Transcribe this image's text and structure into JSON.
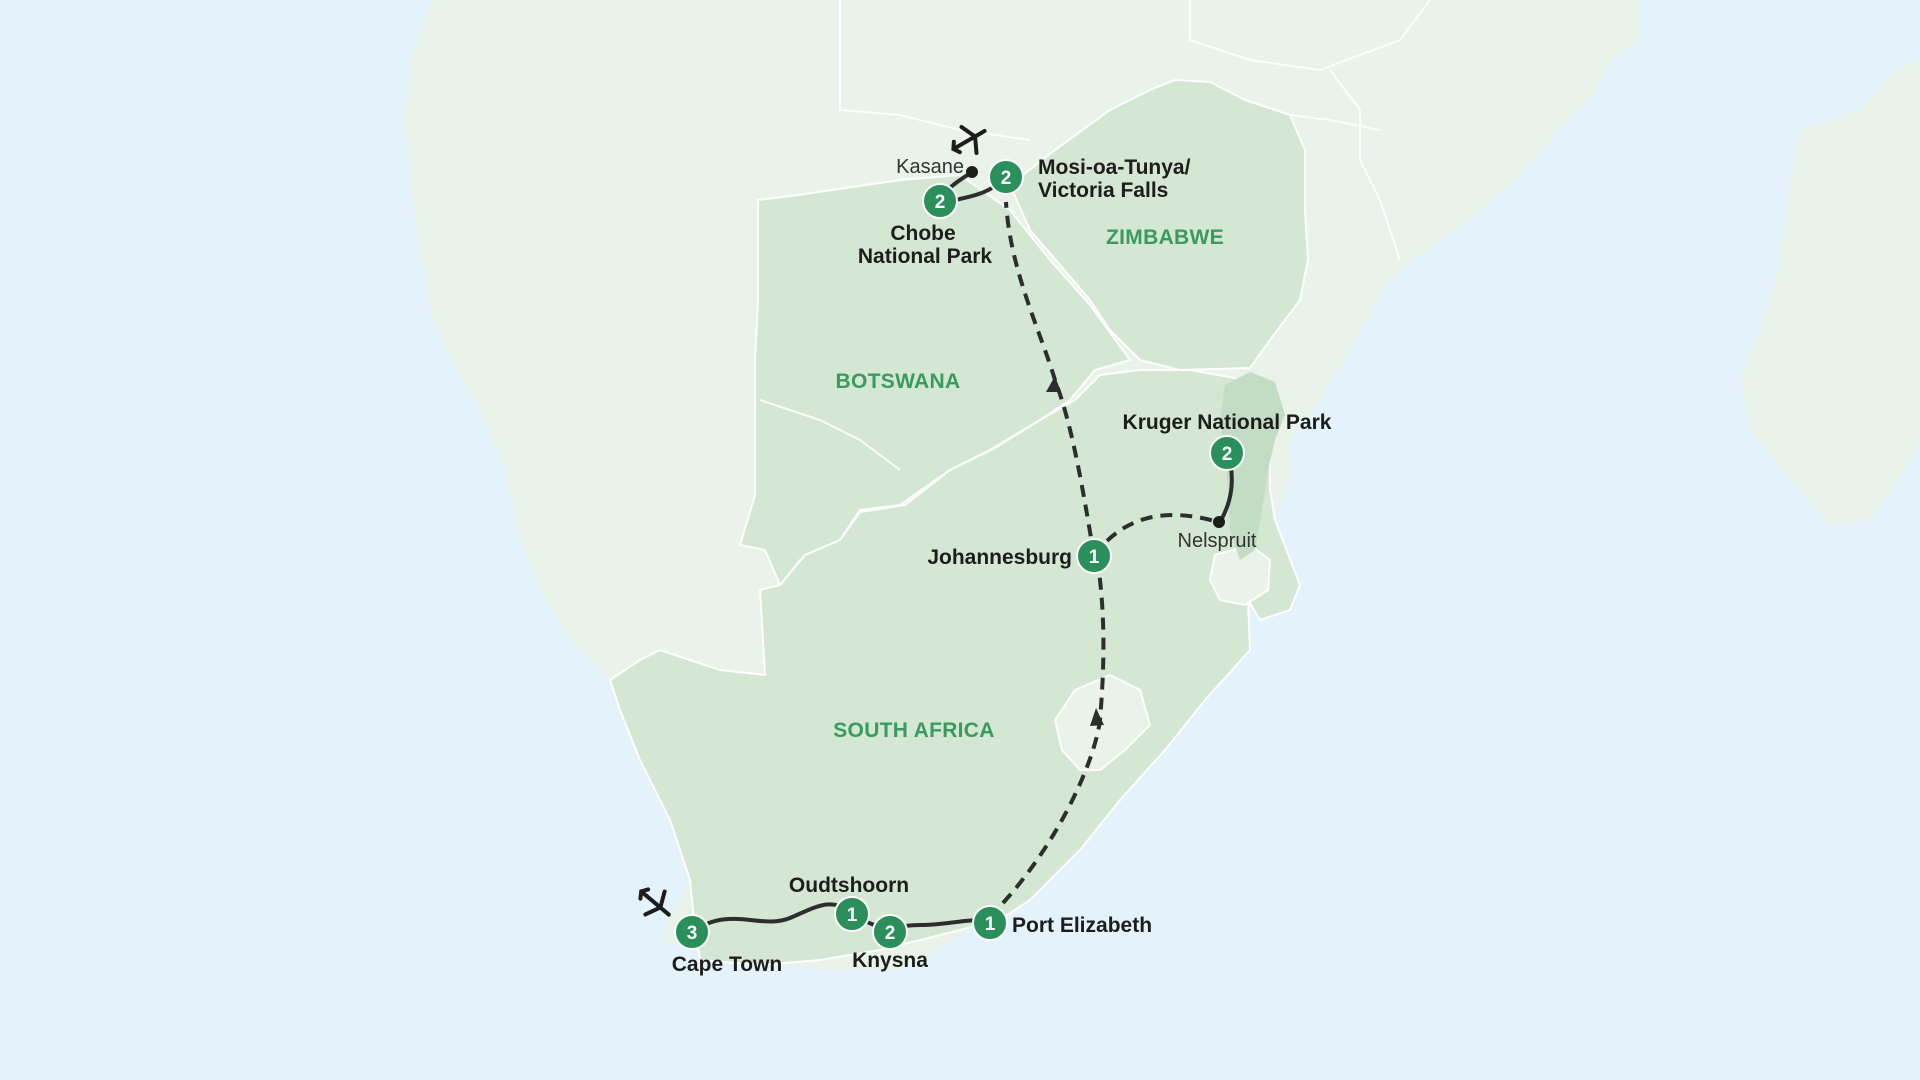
{
  "colors": {
    "ocean": "#e3f2fb",
    "land_other": "#e9f3e9",
    "land_visited": "#d3e7d3",
    "land_kruger": "#c2ddc4",
    "border": "#ffffff",
    "route": "#2d2d2d",
    "badge": "#2a8f5a",
    "country_label": "#3a9a5f"
  },
  "countries": {
    "botswana": "BOTSWANA",
    "zimbabwe": "ZIMBABWE",
    "south_africa": "SOUTH AFRICA"
  },
  "stops": {
    "cape_town": {
      "name": "Cape Town",
      "nights": "3"
    },
    "oudtshoorn": {
      "name": "Oudtshoorn",
      "nights": "1"
    },
    "knysna": {
      "name": "Knysna",
      "nights": "2"
    },
    "port_elizabeth": {
      "name": "Port Elizabeth",
      "nights": "1"
    },
    "johannesburg": {
      "name": "Johannesburg",
      "nights": "1"
    },
    "kruger": {
      "name": "Kruger National Park",
      "nights": "2"
    },
    "victoria_falls": {
      "name_line1": "Mosi-oa-Tunya/",
      "name_line2": "Victoria Falls",
      "nights": "2"
    },
    "chobe": {
      "name_line1": "Chobe",
      "name_line2": "National Park",
      "nights": "2"
    }
  },
  "waypoints": {
    "kasane": "Kasane",
    "nelspruit": "Nelspruit"
  },
  "icons": {
    "start": "airplane-icon",
    "end": "airplane-icon"
  }
}
